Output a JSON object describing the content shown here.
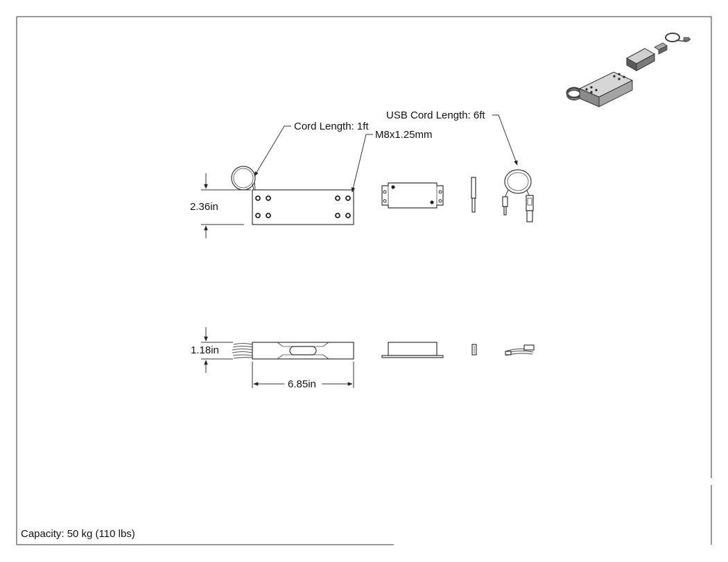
{
  "labels": {
    "cord_length": "Cord Length: 1ft",
    "thread": "M8x1.25mm",
    "usb_cord_length": "USB Cord Length: 6ft",
    "height_top": "2.36in",
    "height_side": "1.18in",
    "width_side": "6.85in"
  },
  "footer": {
    "capacity": "Capacity: 50 kg (110 lbs)"
  }
}
